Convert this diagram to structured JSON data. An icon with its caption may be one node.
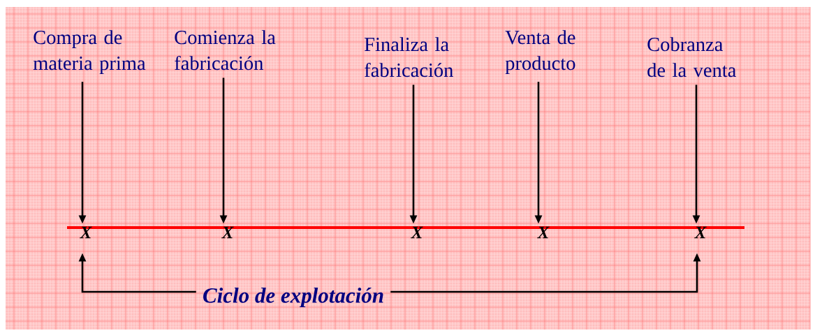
{
  "diagram": {
    "nodes": [
      {
        "text": [
          "Compra de materia prima"
        ]
      },
      {
        "text": [
          "Comienza la fabricación"
        ]
      },
      {
        "text": [
          "Finaliza la fabricación"
        ]
      },
      {
        "text": [
          "Venta de producto"
        ]
      },
      {
        "text": [
          "Cobranza de la venta"
        ]
      },
      {
        "text": [
          "X"
        ]
      },
      {
        "text": [
          "X"
        ]
      },
      {
        "text": [
          "X"
        ]
      },
      {
        "text": [
          "X"
        ]
      },
      {
        "text": [
          "X"
        ]
      },
      {
        "text": [
          "Ciclo de explotación"
        ]
      }
    ],
    "edges": [
      {
        "from": 0,
        "to": 5,
        "arrow": "to"
      },
      {
        "from": 1,
        "to": 6,
        "arrow": "to"
      },
      {
        "from": 2,
        "to": 7,
        "arrow": "to"
      },
      {
        "from": 3,
        "to": 8,
        "arrow": "to"
      },
      {
        "from": 4,
        "to": 9,
        "arrow": "to"
      },
      {
        "from": 10,
        "to": 5,
        "arrow": "to"
      },
      {
        "from": 10,
        "to": 9,
        "arrow": "to"
      }
    ]
  }
}
